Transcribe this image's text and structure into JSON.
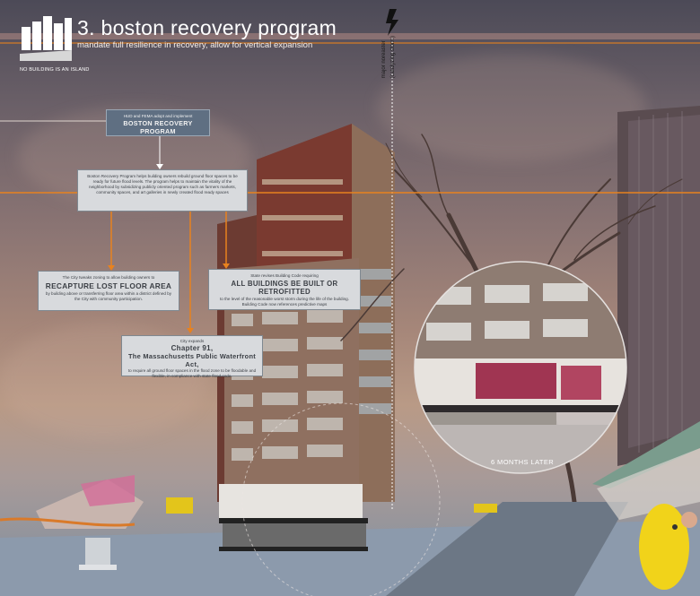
{
  "header": {
    "title": "3. boston recovery program",
    "subtitle": "mandate full resilience in recovery, allow for vertical expansion",
    "tagline": "NO BUILDING IS AN ISLAND"
  },
  "timeline": {
    "event_label": "major noreaster\n(catalyzing storm)"
  },
  "boxes": {
    "recovery_program": {
      "small": "HUD and FEMA adopt and implement",
      "big": "BOSTON RECOVERY PROGRAM"
    },
    "description": {
      "text": "Boston Recovery Program helps building owners rebuild ground floor spaces to be ready for future flood levels. The program helps to maintain the vitality of the neighborhood by subsidizing publicly oriented program such as farmers markets, community spaces, and art galleries in newly created flood ready spaces"
    },
    "recapture": {
      "small_top": "The City tweaks zoning to allow building owners to",
      "big": "RECAPTURE LOST FLOOR AREA",
      "small_bottom": "by building above or transferring floor area within a district defined by the City with community participation."
    },
    "retrofit": {
      "small_top": "State revises Building Code requiring",
      "big": "ALL BUILDINGS BE BUILT OR RETROFITTED",
      "small_bottom": "to the level of the reasonable worst storm during the life of the building. Building Code now references predictive maps"
    },
    "chapter91": {
      "small_top": "City expands",
      "big1": "Chapter 91,",
      "big2": "The Massachusetts Public Waterfront Act,",
      "small_bottom": "to require all ground floor spaces in the flood zone to be floodable and flexible, in compliance with state flood code."
    }
  },
  "inset": {
    "caption": "6 MONTHS LATER"
  },
  "colors": {
    "orange_line": "#e8821e",
    "box_dark": "#5f6f82",
    "box_light": "#d8dadd",
    "brick": "#7a3a30"
  }
}
